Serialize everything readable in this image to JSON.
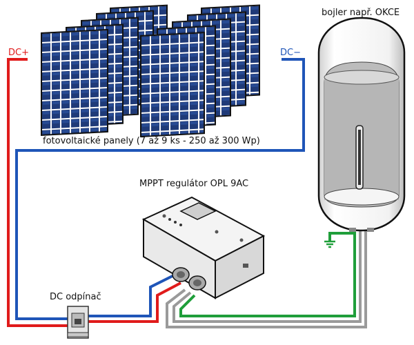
{
  "labels": {
    "dc_plus": "DC+",
    "dc_minus": "DC−",
    "boiler": "bojler např. OKCE",
    "panels": "fotovoltaické panely (7 až 9 ks - 250 až 300 Wp)",
    "regulator": "MPPT regulátor OPL 9AC",
    "disconnector": "DC odpínač"
  },
  "colors": {
    "dc_plus_wire": "#e01b1b",
    "dc_minus_wire": "#1f55b8",
    "ground_wire": "#1f9e3a",
    "ac_wire": "#9a9a9a",
    "panel_cell": "#1f3a78"
  }
}
